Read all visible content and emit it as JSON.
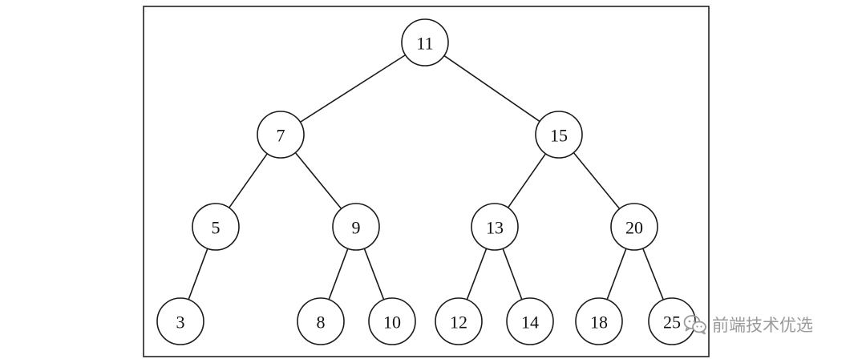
{
  "diagram": {
    "nodes": [
      {
        "id": "n11",
        "label": "11"
      },
      {
        "id": "n7",
        "label": "7"
      },
      {
        "id": "n15",
        "label": "15"
      },
      {
        "id": "n5",
        "label": "5"
      },
      {
        "id": "n9",
        "label": "9"
      },
      {
        "id": "n13",
        "label": "13"
      },
      {
        "id": "n20",
        "label": "20"
      },
      {
        "id": "n3",
        "label": "3"
      },
      {
        "id": "n8",
        "label": "8"
      },
      {
        "id": "n10",
        "label": "10"
      },
      {
        "id": "n12",
        "label": "12"
      },
      {
        "id": "n14",
        "label": "14"
      },
      {
        "id": "n18",
        "label": "18"
      },
      {
        "id": "n25",
        "label": "25"
      }
    ],
    "edges": [
      {
        "from": "n11",
        "to": "n7"
      },
      {
        "from": "n11",
        "to": "n15"
      },
      {
        "from": "n7",
        "to": "n5"
      },
      {
        "from": "n7",
        "to": "n9"
      },
      {
        "from": "n15",
        "to": "n13"
      },
      {
        "from": "n15",
        "to": "n20"
      },
      {
        "from": "n5",
        "to": "n3"
      },
      {
        "from": "n9",
        "to": "n8"
      },
      {
        "from": "n9",
        "to": "n10"
      },
      {
        "from": "n13",
        "to": "n12"
      },
      {
        "from": "n13",
        "to": "n14"
      },
      {
        "from": "n20",
        "to": "n18"
      },
      {
        "from": "n20",
        "to": "n25"
      }
    ]
  },
  "watermark": {
    "icon": "wechat-icon",
    "text": "前端技术优选",
    "color": "#9a9a9a"
  }
}
